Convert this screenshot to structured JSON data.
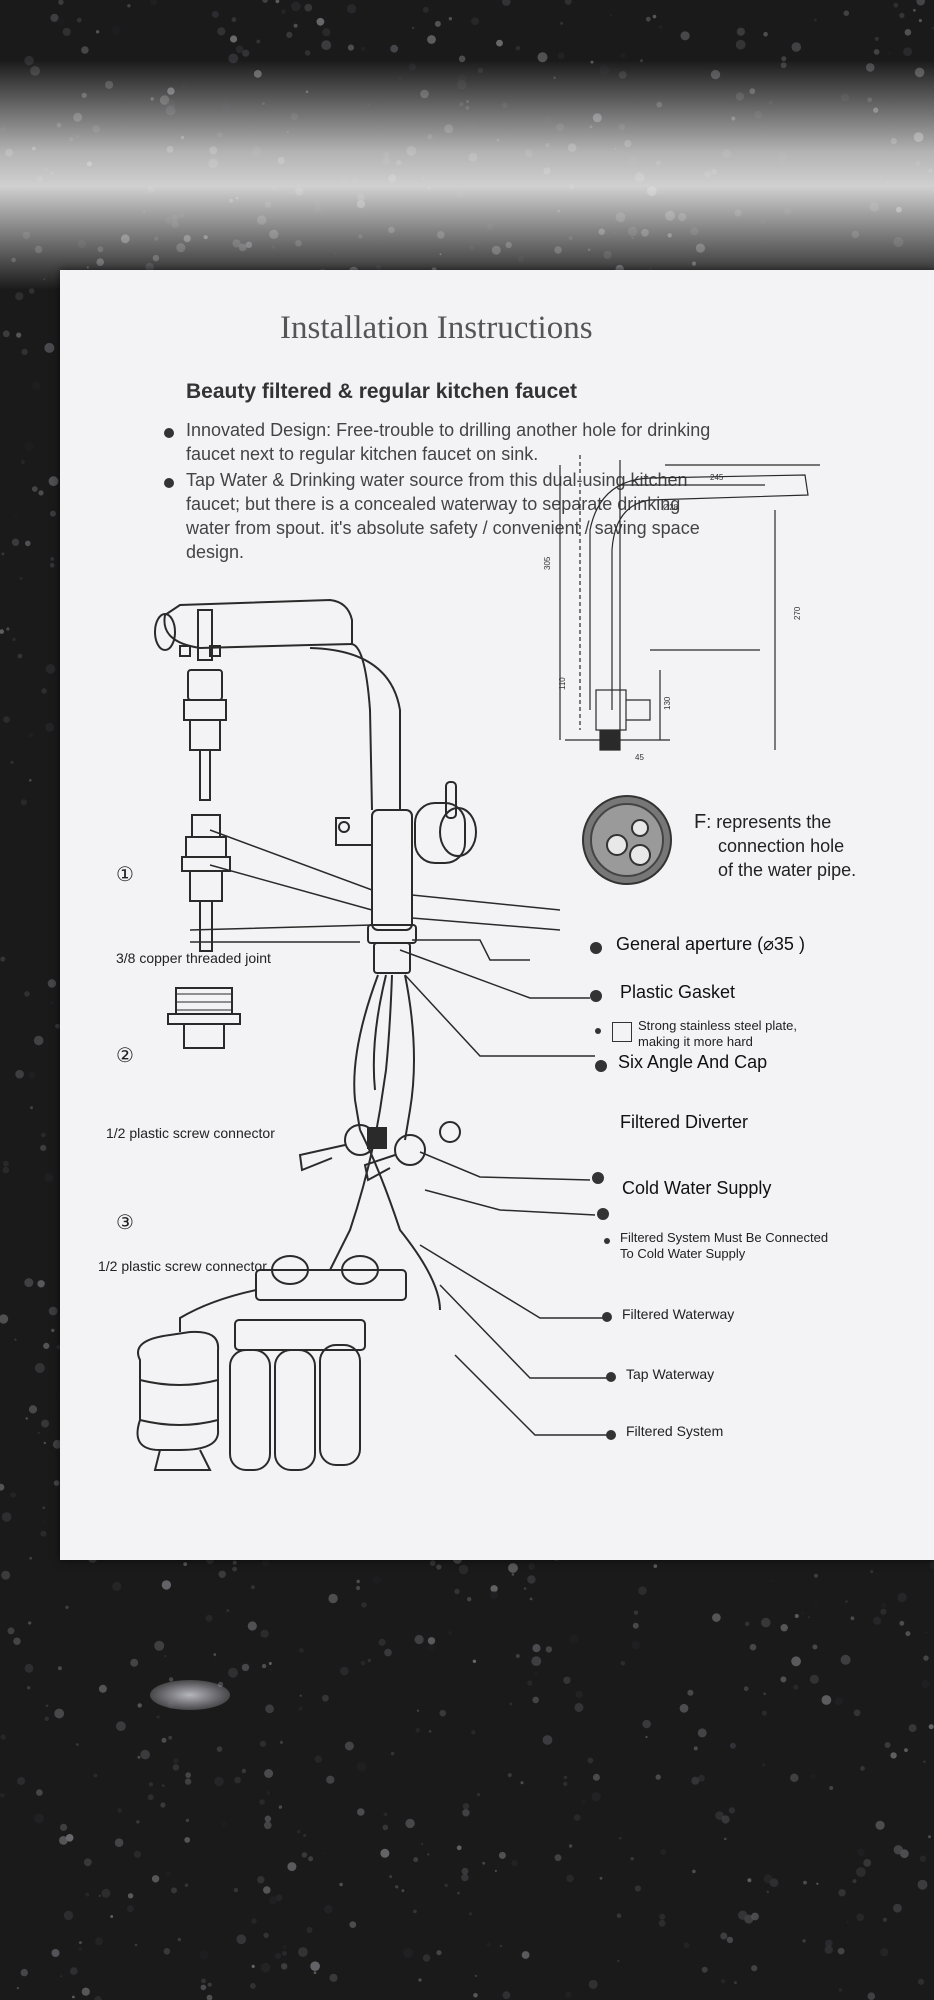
{
  "document": {
    "title": "Installation Instructions",
    "subtitle": "Beauty filtered & regular kitchen faucet",
    "bullets": [
      {
        "line1": "Innovated Design: Free-trouble to drilling another hole for drinking",
        "line2": "faucet next to regular kitchen faucet on sink."
      },
      {
        "line1": "Tap Water & Drinking water source from this dual-using kitchen",
        "line2": "faucet; but there is a concealed waterway to separate drinking",
        "line3": "water from spout. it's absolute safety / convenient / saving space",
        "line4": "design."
      }
    ],
    "connectors": [
      {
        "number": "①",
        "label": "3/8 copper threaded joint"
      },
      {
        "number": "②",
        "label": "1/2 plastic screw connector"
      },
      {
        "number": "③",
        "label": "1/2 plastic screw connector"
      }
    ],
    "dimensions": {
      "d1": "245",
      "d2": "Ø28",
      "d3": "305",
      "d4": "270",
      "d5": "110",
      "d6": "130",
      "d7": "45"
    },
    "hole_note": {
      "prefix": "F",
      "line1": ": represents the",
      "line2": "connection hole",
      "line3": "of the water pipe."
    },
    "parts": {
      "general_aperture": "General aperture (",
      "aperture_size": "35 )",
      "plastic_gasket": "Plastic Gasket",
      "plate_line1": "Strong stainless steel plate,",
      "plate_line2": "making it more hard",
      "six_angle": "Six Angle And Cap",
      "filtered_diverter": "Filtered Diverter",
      "cold_water": "Cold Water Supply",
      "note_line1": "Filtered System Must Be Connected",
      "note_line2": "To Cold Water Supply",
      "filtered_waterway": "Filtered Waterway",
      "tap_waterway": "Tap Waterway",
      "filtered_system": "Filtered System"
    },
    "colors": {
      "paper": "#f3f3f5",
      "ink": "#222222",
      "counter": "#151515"
    }
  }
}
